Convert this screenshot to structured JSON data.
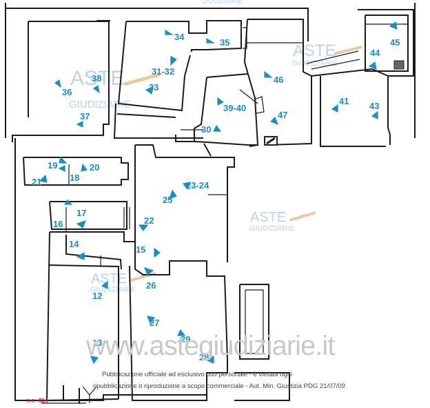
{
  "rooms": [
    {
      "label": "34"
    },
    {
      "label": "35"
    },
    {
      "label": "31-32"
    },
    {
      "label": "33"
    },
    {
      "label": "38"
    },
    {
      "label": "36"
    },
    {
      "label": "37"
    },
    {
      "label": "46"
    },
    {
      "label": "47"
    },
    {
      "label": "39-40"
    },
    {
      "label": "30"
    },
    {
      "label": "41"
    },
    {
      "label": "43"
    },
    {
      "label": "44"
    },
    {
      "label": "45"
    },
    {
      "label": "19"
    },
    {
      "label": "20"
    },
    {
      "label": "21"
    },
    {
      "label": "18"
    },
    {
      "label": "23-24"
    },
    {
      "label": "25"
    },
    {
      "label": "17"
    },
    {
      "label": "16"
    },
    {
      "label": "22"
    },
    {
      "label": "14"
    },
    {
      "label": "15"
    },
    {
      "label": "12"
    },
    {
      "label": "26"
    },
    {
      "label": "27"
    },
    {
      "label": "29"
    },
    {
      "label": "28"
    },
    {
      "label": "13"
    }
  ],
  "watermarks": {
    "logo_main": "ASTE",
    "logo_sub": "GIUDIZIARIE",
    "top_partial": "GIUDIZIARIE",
    "site_url": "www.astegiudiziarie.it"
  },
  "disclaimer": {
    "line1": "Pubblicazione ufficiale ad esclusivo uso personale - è vietata ogni",
    "line2": "ripubblicazione o riproduzione a scopo commerciale - Aut. Min. Giustizia PDG 21/07/09"
  },
  "parcel": {
    "prefix": "n.c.",
    "number": "414"
  },
  "colors": {
    "label": "#1a8fc1",
    "wall": "#1a1a1a",
    "watermark": "#b9d3e2"
  }
}
